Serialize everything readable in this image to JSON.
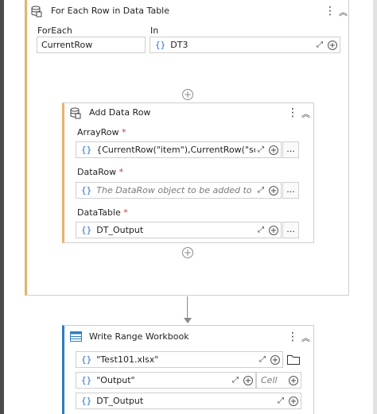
{
  "foreach": {
    "title": "For Each Row in Data Table",
    "foreach_label": "ForEach",
    "foreach_value": "CurrentRow",
    "in_label": "In",
    "in_value": "DT3"
  },
  "add_data_row": {
    "title": "Add Data Row",
    "array_row_label": "ArrayRow",
    "array_row_value": "{CurrentRow(\"item\"),CurrentRow(\"sc",
    "data_row_label": "DataRow",
    "data_row_placeholder": "The DataRow object to be added to th",
    "data_table_label": "DataTable",
    "data_table_value": "DT_Output",
    "required_mark": "*"
  },
  "write_range": {
    "title": "Write Range Workbook",
    "workbook_value": "\"Test101.xlsx\"",
    "sheet_value": "\"Output\"",
    "cell_placeholder": "Cell",
    "datatable_value": "DT_Output"
  },
  "icons": {
    "curly": "{}",
    "more": "⋮",
    "collapse": "︽",
    "expand": "⤢",
    "plus": "+",
    "ellipsis": "..."
  }
}
